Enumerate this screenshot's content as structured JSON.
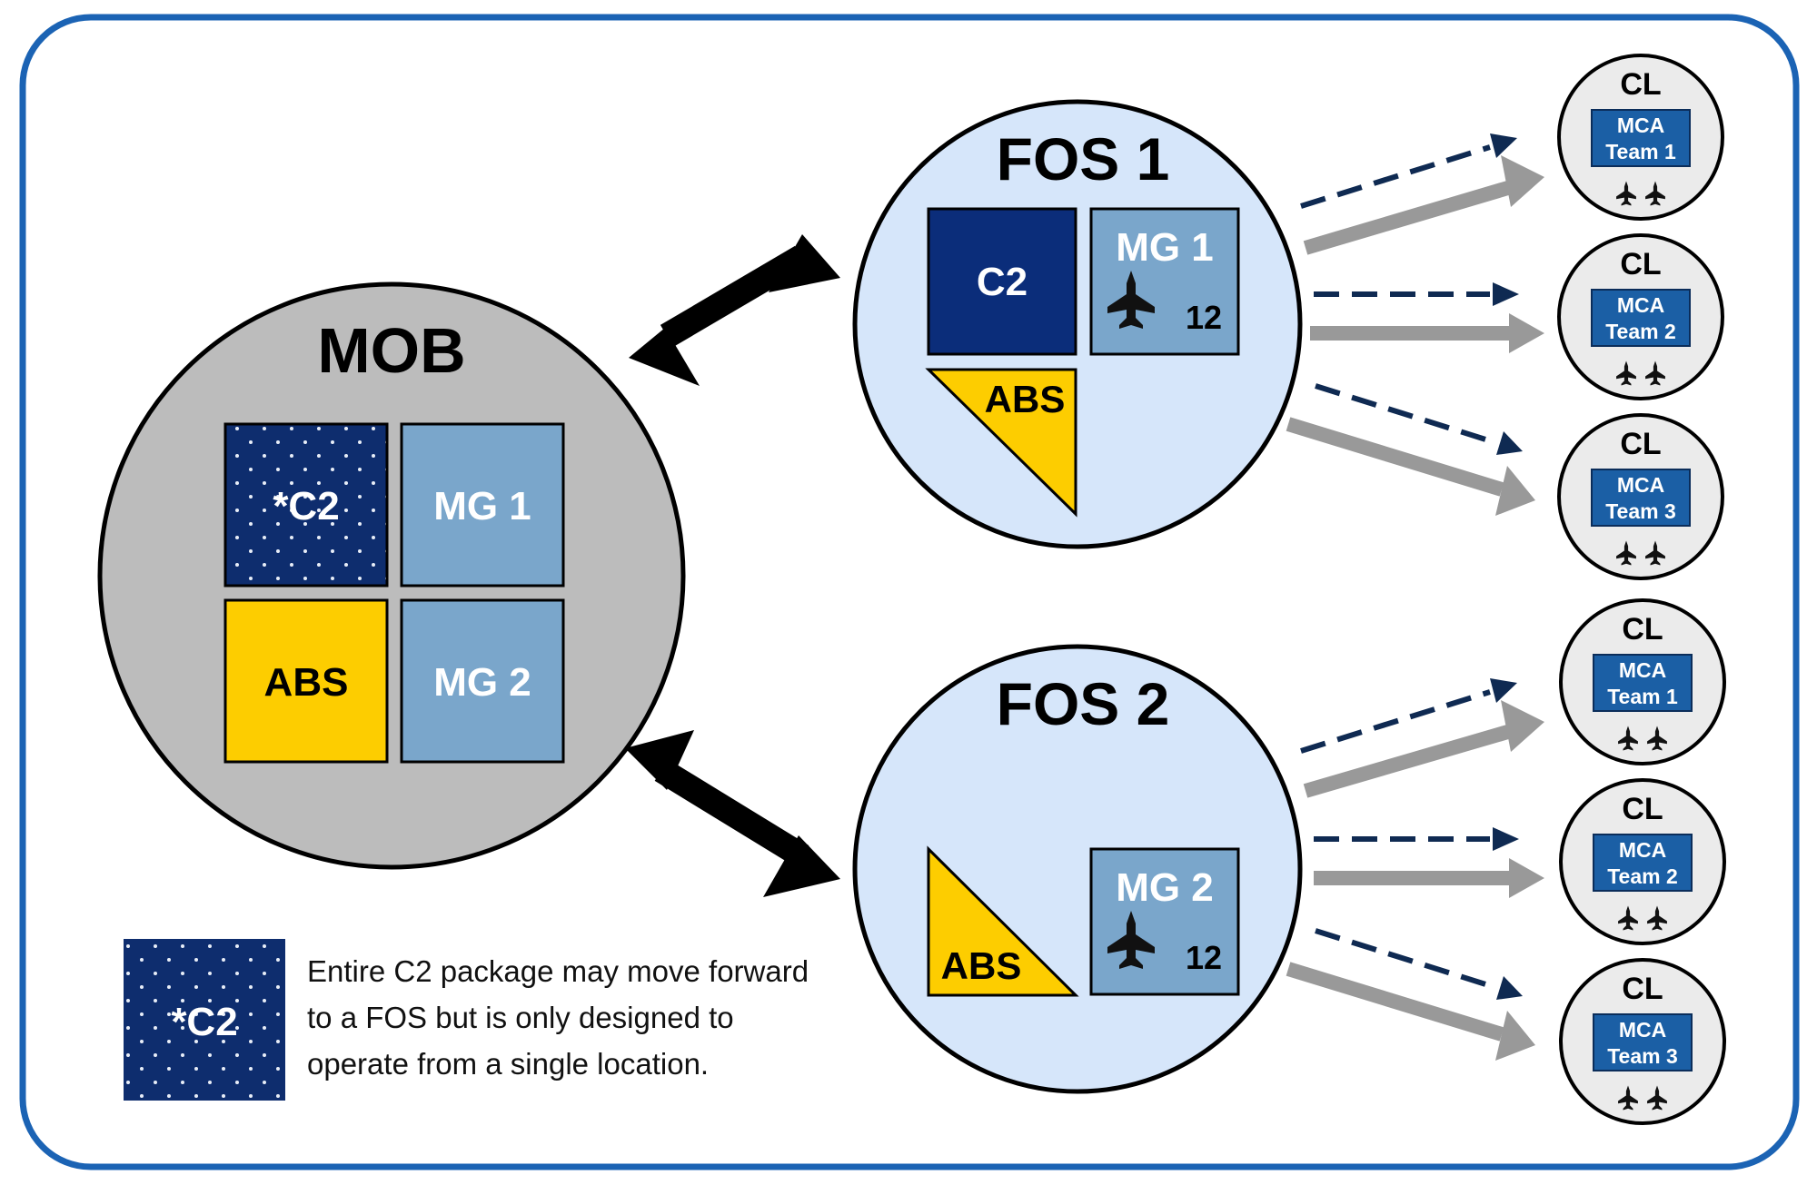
{
  "colors": {
    "frame": "#1b63b4",
    "mob_fill": "#bcbcbc",
    "fos_fill": "#d6e6fa",
    "cl_fill": "#ebebeb",
    "c2_navy": "#0b2d7a",
    "c2_dotted": "#0e2d6e",
    "mg_blue": "#7aa6cb",
    "abs_yellow": "#fdcd00",
    "mca_blue": "#1b5fa5",
    "dashed_arrow": "#0f2a52",
    "gray_arrow": "#999999",
    "double_arrow": "#000000"
  },
  "mob": {
    "title": "MOB",
    "c2": "*C2",
    "mg1": "MG 1",
    "abs": "ABS",
    "mg2": "MG 2"
  },
  "fos1": {
    "title": "FOS 1",
    "c2": "C2",
    "mg": "MG 1",
    "aircraft_count": "12",
    "abs": "ABS"
  },
  "fos2": {
    "title": "FOS 2",
    "mg": "MG 2",
    "aircraft_count": "12",
    "abs": "ABS"
  },
  "cl_nodes": [
    {
      "title": "CL",
      "team_line1": "MCA",
      "team_line2": "Team 1"
    },
    {
      "title": "CL",
      "team_line1": "MCA",
      "team_line2": "Team 2"
    },
    {
      "title": "CL",
      "team_line1": "MCA",
      "team_line2": "Team 3"
    },
    {
      "title": "CL",
      "team_line1": "MCA",
      "team_line2": "Team 1"
    },
    {
      "title": "CL",
      "team_line1": "MCA",
      "team_line2": "Team 2"
    },
    {
      "title": "CL",
      "team_line1": "MCA",
      "team_line2": "Team 3"
    }
  ],
  "legend": {
    "symbol_label": "*C2",
    "line1": "Entire C2 package may move forward",
    "line2": "to a FOS but is only designed to",
    "line3": "operate from a single location."
  }
}
